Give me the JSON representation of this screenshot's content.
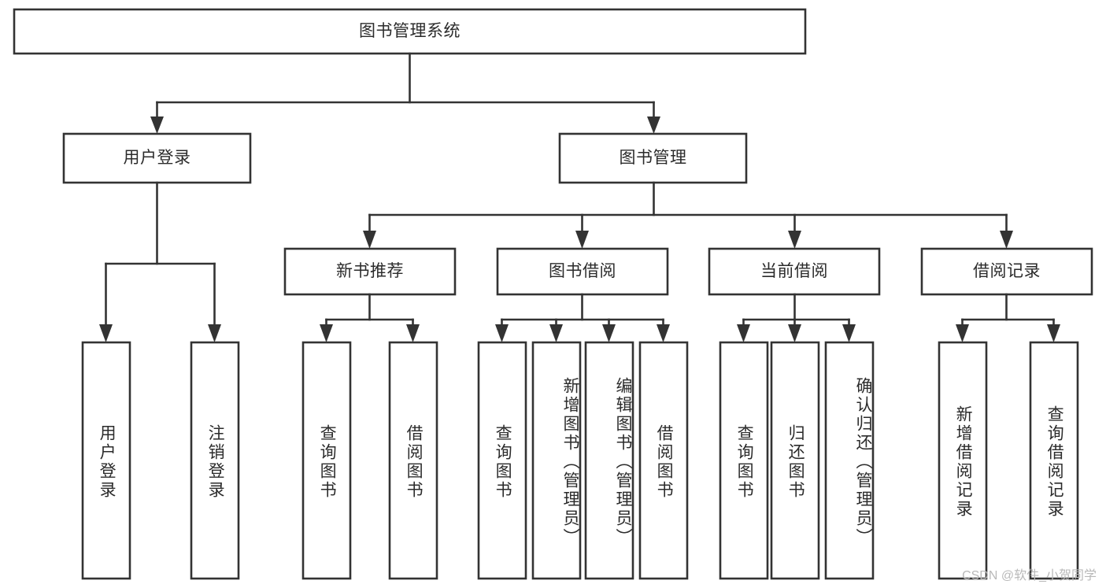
{
  "diagram": {
    "title": "图书管理系统",
    "watermark": "CSDN @软件_小贺同学",
    "colors": {
      "box_stroke": "#333333",
      "box_fill": "#ffffff",
      "text": "#2b2b2b",
      "background": "#ffffff",
      "watermark": "#b9b9b9"
    },
    "levels": {
      "root": "图书管理系统",
      "level2": [
        "用户登录",
        "图书管理"
      ],
      "level3": [
        "新书推荐",
        "图书借阅",
        "当前借阅",
        "借阅记录"
      ]
    },
    "nodes": {
      "root": {
        "label": "图书管理系统",
        "orientation": "horizontal"
      },
      "user_login": {
        "label": "用户登录",
        "orientation": "horizontal"
      },
      "book_manage": {
        "label": "图书管理",
        "orientation": "horizontal"
      },
      "new_book_rec": {
        "label": "新书推荐",
        "orientation": "horizontal"
      },
      "book_borrow": {
        "label": "图书借阅",
        "orientation": "horizontal"
      },
      "current_borrow": {
        "label": "当前借阅",
        "orientation": "horizontal"
      },
      "borrow_record": {
        "label": "借阅记录",
        "orientation": "horizontal"
      },
      "leaf_user_login": {
        "label": "用户登录",
        "orientation": "vertical"
      },
      "leaf_logout": {
        "label": "注销登录",
        "orientation": "vertical"
      },
      "leaf_query_book_a": {
        "label": "查询图书",
        "orientation": "vertical"
      },
      "leaf_borrow_book_a": {
        "label": "借阅图书",
        "orientation": "vertical"
      },
      "leaf_query_book_b": {
        "label": "查询图书",
        "orientation": "vertical"
      },
      "leaf_add_book": {
        "label": "新增图书（管理员）",
        "orientation": "vertical"
      },
      "leaf_edit_book": {
        "label": "编辑图书（管理员）",
        "orientation": "vertical"
      },
      "leaf_borrow_book_b": {
        "label": "借阅图书",
        "orientation": "vertical"
      },
      "leaf_query_book_c": {
        "label": "查询图书",
        "orientation": "vertical"
      },
      "leaf_return_book": {
        "label": "归还图书",
        "orientation": "vertical"
      },
      "leaf_confirm_return": {
        "label": "确认归还（管理员）",
        "orientation": "vertical"
      },
      "leaf_add_record": {
        "label": "新增借阅记录",
        "orientation": "vertical"
      },
      "leaf_query_record": {
        "label": "查询借阅记录",
        "orientation": "vertical"
      }
    },
    "tree": [
      {
        "id": "root",
        "label": "图书管理系统",
        "children": [
          {
            "id": "user_login",
            "label": "用户登录",
            "children": [
              {
                "id": "leaf_user_login",
                "label": "用户登录"
              },
              {
                "id": "leaf_logout",
                "label": "注销登录"
              }
            ]
          },
          {
            "id": "book_manage",
            "label": "图书管理",
            "children": [
              {
                "id": "new_book_rec",
                "label": "新书推荐",
                "children": [
                  {
                    "id": "leaf_query_book_a",
                    "label": "查询图书"
                  },
                  {
                    "id": "leaf_borrow_book_a",
                    "label": "借阅图书"
                  }
                ]
              },
              {
                "id": "book_borrow",
                "label": "图书借阅",
                "children": [
                  {
                    "id": "leaf_query_book_b",
                    "label": "查询图书"
                  },
                  {
                    "id": "leaf_add_book",
                    "label": "新增图书（管理员）"
                  },
                  {
                    "id": "leaf_edit_book",
                    "label": "编辑图书（管理员）"
                  },
                  {
                    "id": "leaf_borrow_book_b",
                    "label": "借阅图书"
                  }
                ]
              },
              {
                "id": "current_borrow",
                "label": "当前借阅",
                "children": [
                  {
                    "id": "leaf_query_book_c",
                    "label": "查询图书"
                  },
                  {
                    "id": "leaf_return_book",
                    "label": "归还图书"
                  },
                  {
                    "id": "leaf_confirm_return",
                    "label": "确认归还（管理员）"
                  }
                ]
              },
              {
                "id": "borrow_record",
                "label": "借阅记录",
                "children": [
                  {
                    "id": "leaf_add_record",
                    "label": "新增借阅记录"
                  },
                  {
                    "id": "leaf_query_record",
                    "label": "查询借阅记录"
                  }
                ]
              }
            ]
          }
        ]
      }
    ]
  }
}
